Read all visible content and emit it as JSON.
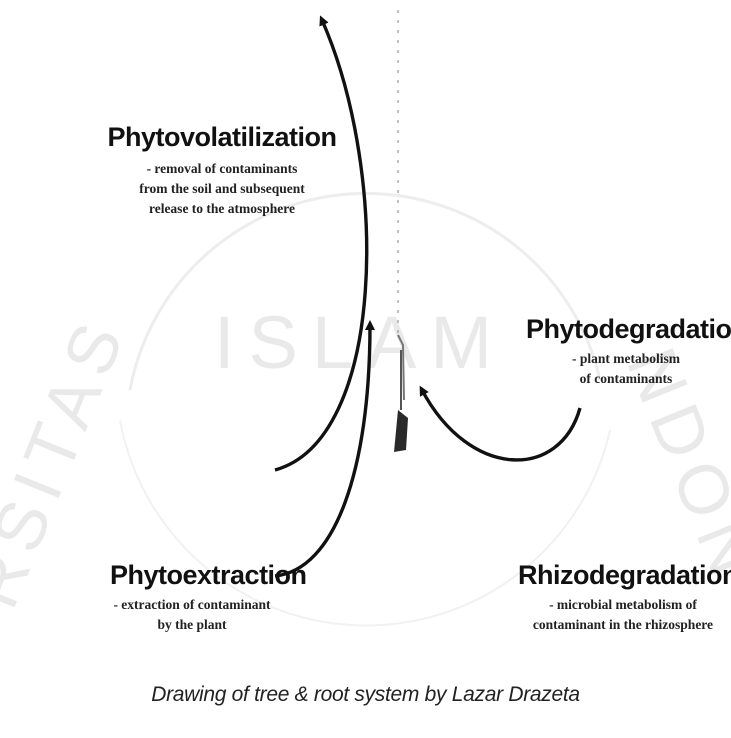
{
  "watermark": {
    "top_text": "ISLAM",
    "left_text": "RSITAS",
    "right_text": "NDON"
  },
  "labels": {
    "phytovolatilization": {
      "title": "Phytovolatilization",
      "lines": [
        "- removal of contaminants",
        "from the soil and subsequent",
        "release to the atmosphere"
      ]
    },
    "phytodegradation": {
      "title": "Phytodegradation",
      "lines": [
        "- plant metabolism",
        "of contaminants"
      ]
    },
    "phytoextraction": {
      "title": "Phytoextraction",
      "lines": [
        "- extraction of contaminant",
        "by the plant"
      ]
    },
    "rhizodegradation": {
      "title": "Rhizodegradation",
      "lines": [
        "- microbial metabolism of",
        "contaminant in the rhizosphere"
      ]
    }
  },
  "caption": "Drawing of tree & root system by Lazar Drazeta",
  "colors": {
    "ink": "#111111",
    "watermark": "#e9e9e9",
    "background": "#ffffff"
  }
}
